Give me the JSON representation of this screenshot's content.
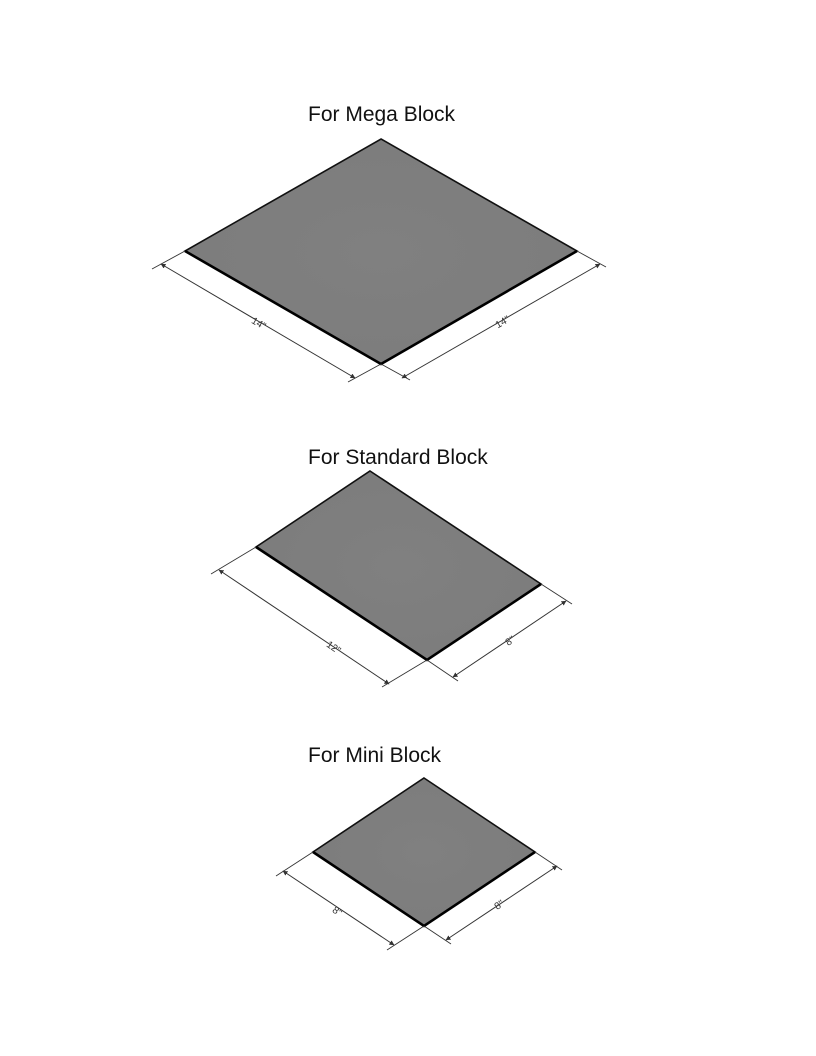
{
  "colors": {
    "plate_fill": "#7f7f7f",
    "plate_edge": "#111111",
    "dimension_line": "#333333"
  },
  "diagrams": [
    {
      "title": "For Mega Block",
      "left_dimension": "14\"",
      "right_dimension": "14\""
    },
    {
      "title": "For Standard Block",
      "left_dimension": "12\"",
      "right_dimension": "8\""
    },
    {
      "title": "For Mini Block",
      "left_dimension": "8\"",
      "right_dimension": "8\""
    }
  ]
}
